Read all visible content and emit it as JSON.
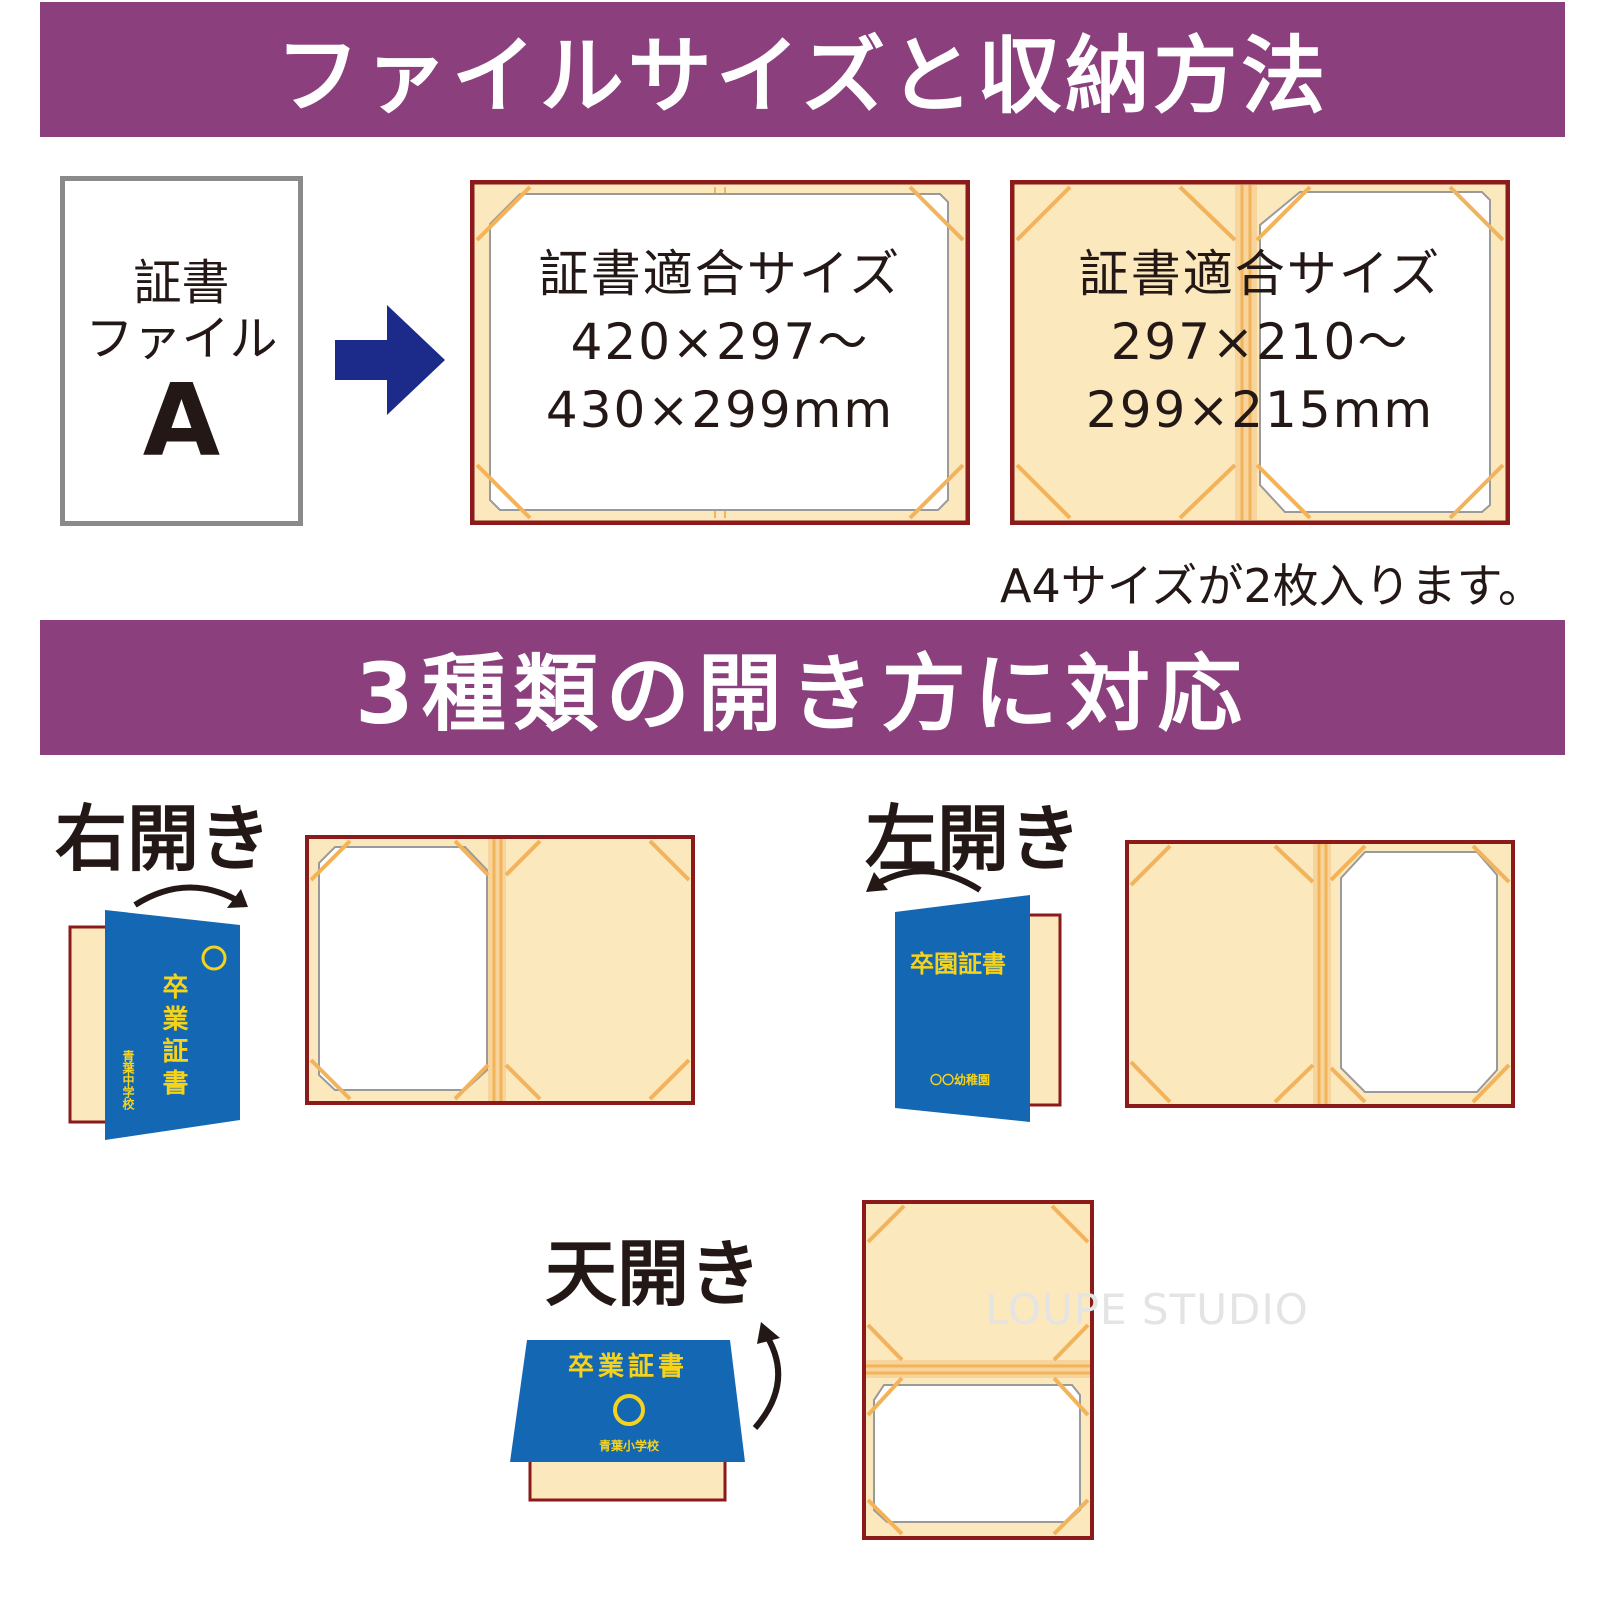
{
  "section1": {
    "title": "ファイルサイズと収納方法",
    "file_label_line1": "証書",
    "file_label_line2": "ファイル",
    "file_label_line3": "A",
    "fit_size_a": {
      "label": "証書適合サイズ",
      "range_line1": "420×297～",
      "range_line2": "430×299mm"
    },
    "fit_size_b": {
      "label": "証書適合サイズ",
      "range_line1": "297×210～",
      "range_line2": "299×215mm"
    },
    "note": "A4サイズが2枚入ります。"
  },
  "section2": {
    "title": "3種類の開き方に対応",
    "right_open": "右開き",
    "left_open": "左開き",
    "top_open": "天開き",
    "cover_right": {
      "title": "卒業証書",
      "school": "青葉中学校"
    },
    "cover_left": {
      "title": "卒園証書",
      "school": "〇〇幼稚園"
    },
    "cover_top": {
      "title": "卒業証書",
      "school": "青葉小学校"
    }
  },
  "watermark": "LOUPE STUDIO",
  "colors": {
    "banner": "#8b3f7d",
    "frame_red": "#8b1a1a",
    "cream": "#fbe8bd",
    "gold": "#f2b35b",
    "cover_blue": "#1467b3",
    "cover_text": "#f5d31c",
    "arrow_navy": "#1c2a8a"
  }
}
